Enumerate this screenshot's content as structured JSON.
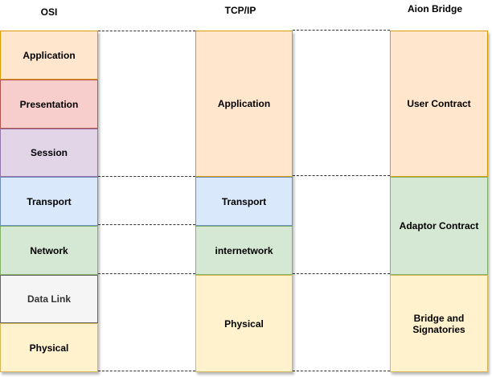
{
  "columns": {
    "osi": {
      "title": "OSI",
      "layers": [
        {
          "label": "Application",
          "fill": "#ffe6cc",
          "stroke": "#d79b00"
        },
        {
          "label": "Presentation",
          "fill": "#f8cecc",
          "stroke": "#b85450"
        },
        {
          "label": "Session",
          "fill": "#e1d5e7",
          "stroke": "#9673a6"
        },
        {
          "label": "Transport",
          "fill": "#dae8fc",
          "stroke": "#6c8ebf"
        },
        {
          "label": "Network",
          "fill": "#d5e8d4",
          "stroke": "#82b366"
        },
        {
          "label": "Data Link",
          "fill": "#f5f5f5",
          "stroke": "#666666",
          "text_color": "#333333"
        },
        {
          "label": "Physical",
          "fill": "#fff2cc",
          "stroke": "#d6b656"
        }
      ]
    },
    "tcpip": {
      "title": "TCP/IP",
      "layers": [
        {
          "label": "Application",
          "fill": "#ffe6cc",
          "stroke": "#d79b00"
        },
        {
          "label": "Transport",
          "fill": "#dae8fc",
          "stroke": "#6c8ebf"
        },
        {
          "label": "internetwork",
          "fill": "#d5e8d4",
          "stroke": "#82b366"
        },
        {
          "label": "Physical",
          "fill": "#fff2cc",
          "stroke": "#d6b656"
        }
      ]
    },
    "aion": {
      "title": "Aion Bridge",
      "layers": [
        {
          "label": "User Contract",
          "fill": "#ffe6cc",
          "stroke": "#d79b00"
        },
        {
          "label": "Adaptor Contract",
          "fill": "#d5e8d4",
          "stroke": "#82b366"
        },
        {
          "label": "Bridge and Signatories",
          "fill": "#fff2cc",
          "stroke": "#d6b656"
        }
      ]
    }
  }
}
